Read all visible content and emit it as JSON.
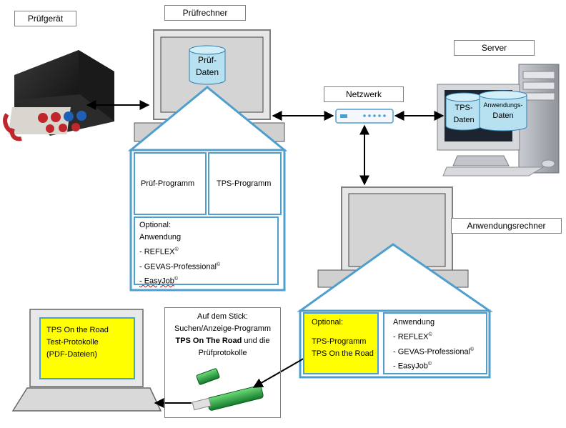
{
  "labels": {
    "pruefgeraet": "Prüfgerät",
    "pruefrechner": "Prüfrechner",
    "netzwerk": "Netzwerk",
    "server": "Server",
    "anwendungsrechner": "Anwendungsrechner"
  },
  "pruef_daten": [
    "Prüf-",
    "Daten"
  ],
  "server_db": {
    "tps": [
      "TPS-",
      "Daten"
    ],
    "anwendung": [
      "Anwendungs-",
      "Daten"
    ]
  },
  "pruefrechner_house": {
    "left_room": "Prüf-Programm",
    "right_room": "TPS-Programm",
    "optional": {
      "line1": "Optional:",
      "line2": "Anwendung",
      "items": [
        "- REFLEX",
        "- GEVAS-Professional",
        "- EasyJob"
      ],
      "copyright": "©"
    }
  },
  "anwendungsrechner_house": {
    "optional_label": "Optional:",
    "optional_items": [
      "TPS-Programm",
      "TPS On the Road"
    ],
    "anwendung_title": "Anwendung",
    "anwendung_items": [
      "- REFLEX",
      "- GEVAS-Professional",
      "- EasyJob"
    ],
    "copyright": "©"
  },
  "laptop_screen": [
    "TPS On the Road",
    "Test-Protokolle",
    "(PDF-Dateien)"
  ],
  "stick_box": {
    "line1": "Auf dem Stick:",
    "line2": "Suchen/Anzeige-Programm",
    "line3_bold": "TPS On The Road",
    "line3_rest": " und die",
    "line4": "Prüfprotokolle"
  },
  "colors": {
    "house_border": "#4f9fce",
    "highlight": "#ffff00",
    "db_fill": "#b7e1f0",
    "db_stroke": "#2f7fb0",
    "monitor_frame": "#7f7f7f",
    "stick_green": "#2ea84a"
  },
  "icons": [
    "case-icon",
    "server-icon",
    "router-icon",
    "usb-stick-icon",
    "laptop-icon",
    "monitor-icon",
    "database-icon"
  ]
}
